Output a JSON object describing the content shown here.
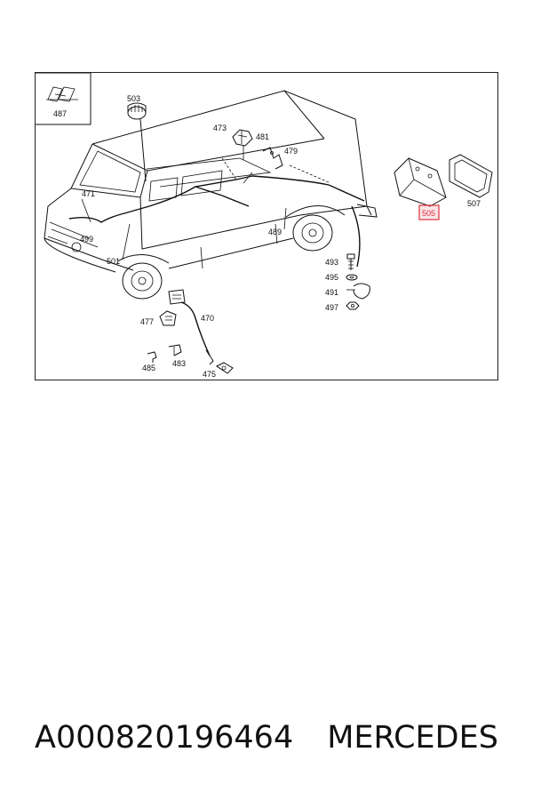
{
  "diagram": {
    "labels": {
      "p487": "487",
      "p503": "503",
      "p473": "473",
      "p481": "481",
      "p479": "479",
      "p471": "471",
      "p499": "499",
      "p501": "501",
      "p489": "489",
      "p505": "505",
      "p507": "507",
      "p493": "493",
      "p495": "495",
      "p491": "491",
      "p497": "497",
      "p477": "477",
      "p470": "470",
      "p485": "485",
      "p483": "483",
      "p475": "475"
    },
    "highlighted_part": "505",
    "highlight_color": "#e0303c"
  },
  "footer": {
    "part_number": "A000820196464",
    "brand": "MERCEDES"
  }
}
